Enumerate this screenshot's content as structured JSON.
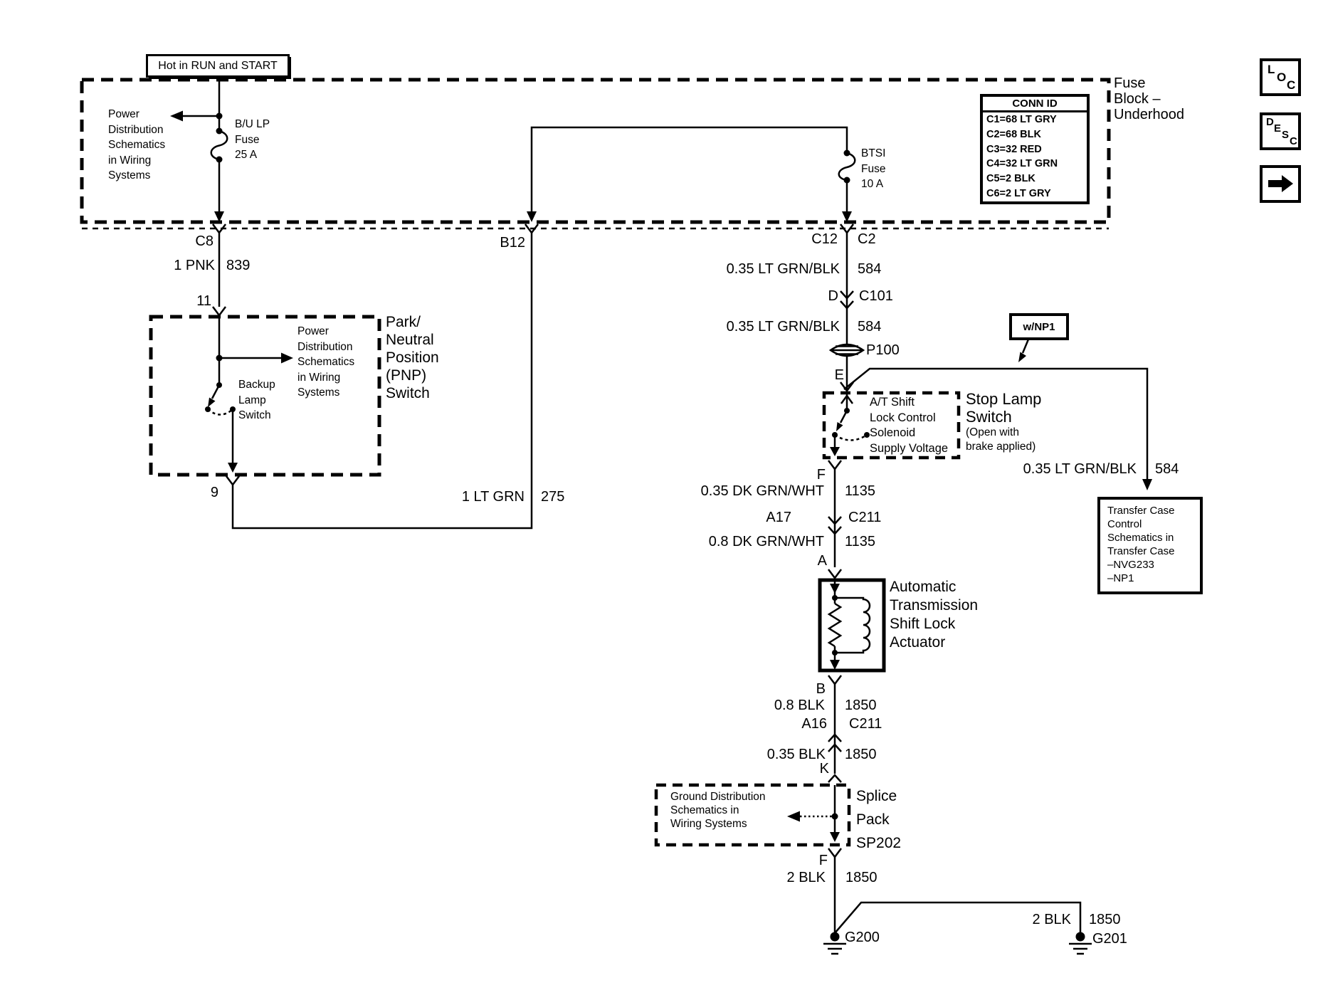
{
  "colors": {
    "ink": "#000000",
    "paper": "#ffffff"
  },
  "power_feed": {
    "label": "Hot in RUN and START"
  },
  "fuse_block": {
    "title": "Fuse\nBlock –\nUnderhood",
    "power_dist_note": "Power\nDistribution\nSchematics\nin Wiring\nSystems",
    "bu_lp_fuse": "B/U LP\nFuse\n25 A",
    "btsi_fuse": "BTSI\nFuse\n10 A",
    "conn_id": {
      "title": "CONN ID",
      "rows": [
        "C1=68 LT GRY",
        "C2=68 BLK",
        "C3=32 RED",
        "C4=32 LT GRN",
        "C5=2 BLK",
        "C6=2 LT GRY"
      ]
    }
  },
  "nav_buttons": {
    "loc": [
      "L",
      "O",
      "C"
    ],
    "desc": [
      "D",
      "E",
      "S",
      "C"
    ],
    "next": "right-arrow"
  },
  "pnp": {
    "title": "Park/\nNeutral\nPosition\n(PNP)\nSwitch",
    "power_dist_note": "Power\nDistribution\nSchematics\nin Wiring\nSystems",
    "switch_label": "Backup\nLamp\nSwitch",
    "pin_in": "11",
    "pin_out": "9"
  },
  "stop_lamp": {
    "title": "Stop Lamp\nSwitch",
    "subtitle": "(Open with\nbrake applied)",
    "function_note": "A/T Shift\nLock Control\nSolenoid\nSupply Voltage",
    "pin_in": "E",
    "pin_out": "F"
  },
  "np1_tag": "w/NP1",
  "transfer_case_ref": "Transfer Case\nControl\nSchematics in\nTransfer Case\n–NVG233\n–NP1",
  "actuator": {
    "title": "Automatic\nTransmission\nShift Lock\nActuator",
    "pin_in": "A",
    "pin_out": "B"
  },
  "ground_dist": {
    "note": "Ground Distribution\nSchematics in\nWiring Systems",
    "splice": "Splice\nPack\nSP202",
    "pin_in": "K",
    "pin_out": "F"
  },
  "grounds": {
    "g200": "G200",
    "g201": "G201"
  },
  "connectors": {
    "c8": "C8",
    "b12": "B12",
    "c12": "C12",
    "c2": "C2",
    "d": "D",
    "c101": "C101",
    "p100": "P100",
    "a17": "A17",
    "c211_upper": "C211",
    "a16": "A16",
    "c211_lower": "C211"
  },
  "wires": {
    "pnk_839": {
      "spec": "1 PNK",
      "circuit": "839"
    },
    "ltgrn_275": {
      "spec": "1 LT GRN",
      "circuit": "275"
    },
    "ltgrnblk_584_a": {
      "spec": "0.35 LT GRN/BLK",
      "circuit": "584"
    },
    "ltgrnblk_584_b": {
      "spec": "0.35 LT GRN/BLK",
      "circuit": "584"
    },
    "ltgrnblk_584_c": {
      "spec": "0.35 LT GRN/BLK",
      "circuit": "584"
    },
    "dkgrnwht_1135_a": {
      "spec": "0.35 DK GRN/WHT",
      "circuit": "1135"
    },
    "dkgrnwht_1135_b": {
      "spec": "0.8 DK GRN/WHT",
      "circuit": "1135"
    },
    "blk_1850_a": {
      "spec": "0.8 BLK",
      "circuit": "1850"
    },
    "blk_1850_b": {
      "spec": "0.35 BLK",
      "circuit": "1850"
    },
    "blk_1850_c": {
      "spec": "2 BLK",
      "circuit": "1850"
    },
    "blk_1850_d": {
      "spec": "2 BLK",
      "circuit": "1850"
    }
  }
}
